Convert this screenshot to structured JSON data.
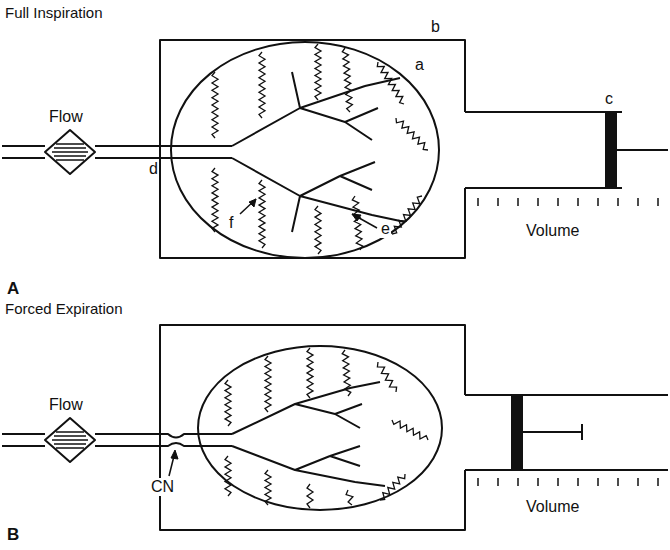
{
  "diagram": {
    "labels": [
      "Full Inspiration",
      "b",
      "a",
      "c",
      "Flow",
      "d",
      "f",
      "e",
      "Volume",
      "A",
      "Forced Expiration",
      "Flow",
      "CN",
      "Volume",
      "B"
    ]
  }
}
